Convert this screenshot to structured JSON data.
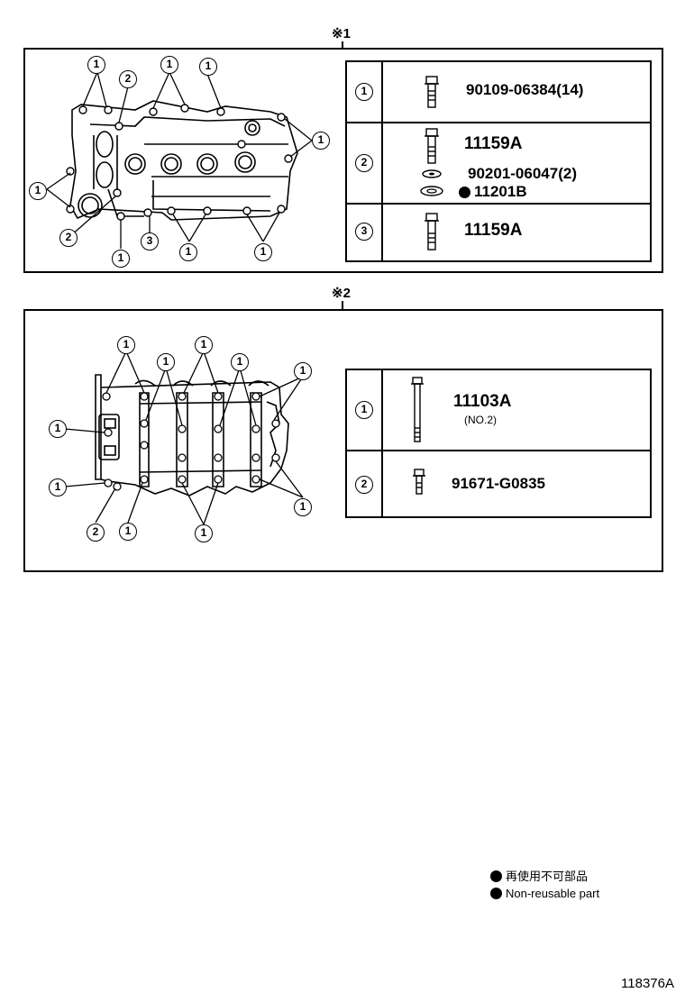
{
  "panel1": {
    "ref": "※1",
    "parts": [
      {
        "id": "1",
        "lines": [
          "90109-06384(14)"
        ]
      },
      {
        "id": "2",
        "lines": [
          "11159A",
          "90201-06047(2)",
          "11201B"
        ]
      },
      {
        "id": "3",
        "lines": [
          "11159A"
        ]
      }
    ],
    "callouts": [
      "1",
      "2",
      "1",
      "1",
      "1",
      "1",
      "2",
      "3",
      "1",
      "1",
      "1"
    ]
  },
  "panel2": {
    "ref": "※2",
    "parts": [
      {
        "id": "1",
        "lines": [
          "11103A",
          "(NO.2)"
        ]
      },
      {
        "id": "2",
        "lines": [
          "91671-G0835"
        ]
      }
    ],
    "callouts": [
      "1",
      "1",
      "1",
      "1",
      "1",
      "1",
      "1",
      "2",
      "1",
      "1",
      "1"
    ]
  },
  "legend": {
    "jp": "再使用不可部品",
    "en": "Non-reusable part"
  },
  "figure_code": "118376A"
}
